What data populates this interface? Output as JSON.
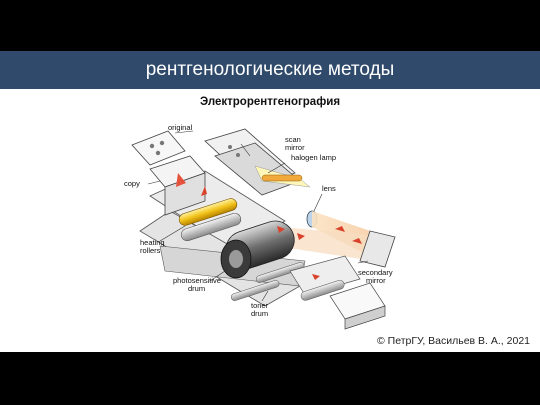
{
  "slide": {
    "title": "рентгенологические методы",
    "subtitle": "Электрорентгенография",
    "footer": "© ПетрГУ, Васильев В. А., 2021"
  },
  "diagram": {
    "labels": {
      "original": "original",
      "scan_mirror": "scan\nmirror",
      "halogen_lamp": "halogen lamp",
      "copy": "copy",
      "lens": "lens",
      "heating_rollers": "heating\nrollers",
      "photosensitive_drum": "photosensitive\ndrum",
      "secondary_mirror": "secondary\nmirror",
      "toner_drum": "toner\ndrum"
    }
  }
}
